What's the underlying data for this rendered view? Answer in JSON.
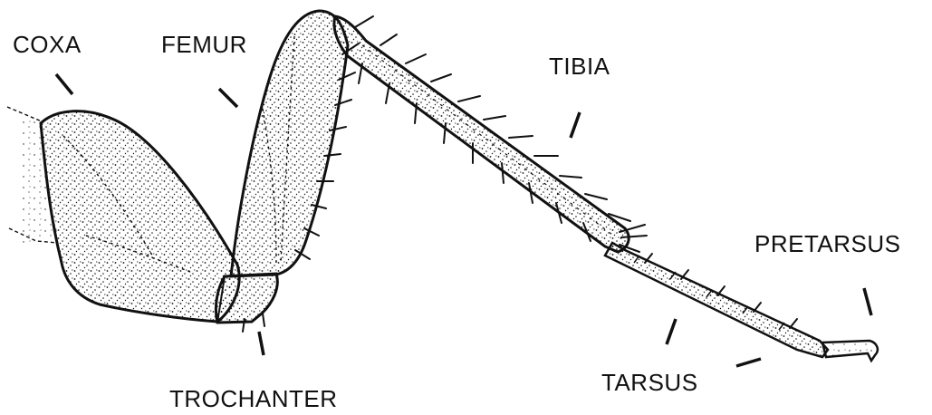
{
  "diagram": {
    "labels": {
      "coxa": "COXA",
      "femur": "FEMUR",
      "tibia": "TIBIA",
      "trochanter": "TROCHANTER",
      "tarsus": "TARSUS",
      "pretarsus": "PRETARSUS"
    },
    "colors": {
      "ink": "#111111",
      "background": "#ffffff"
    }
  }
}
